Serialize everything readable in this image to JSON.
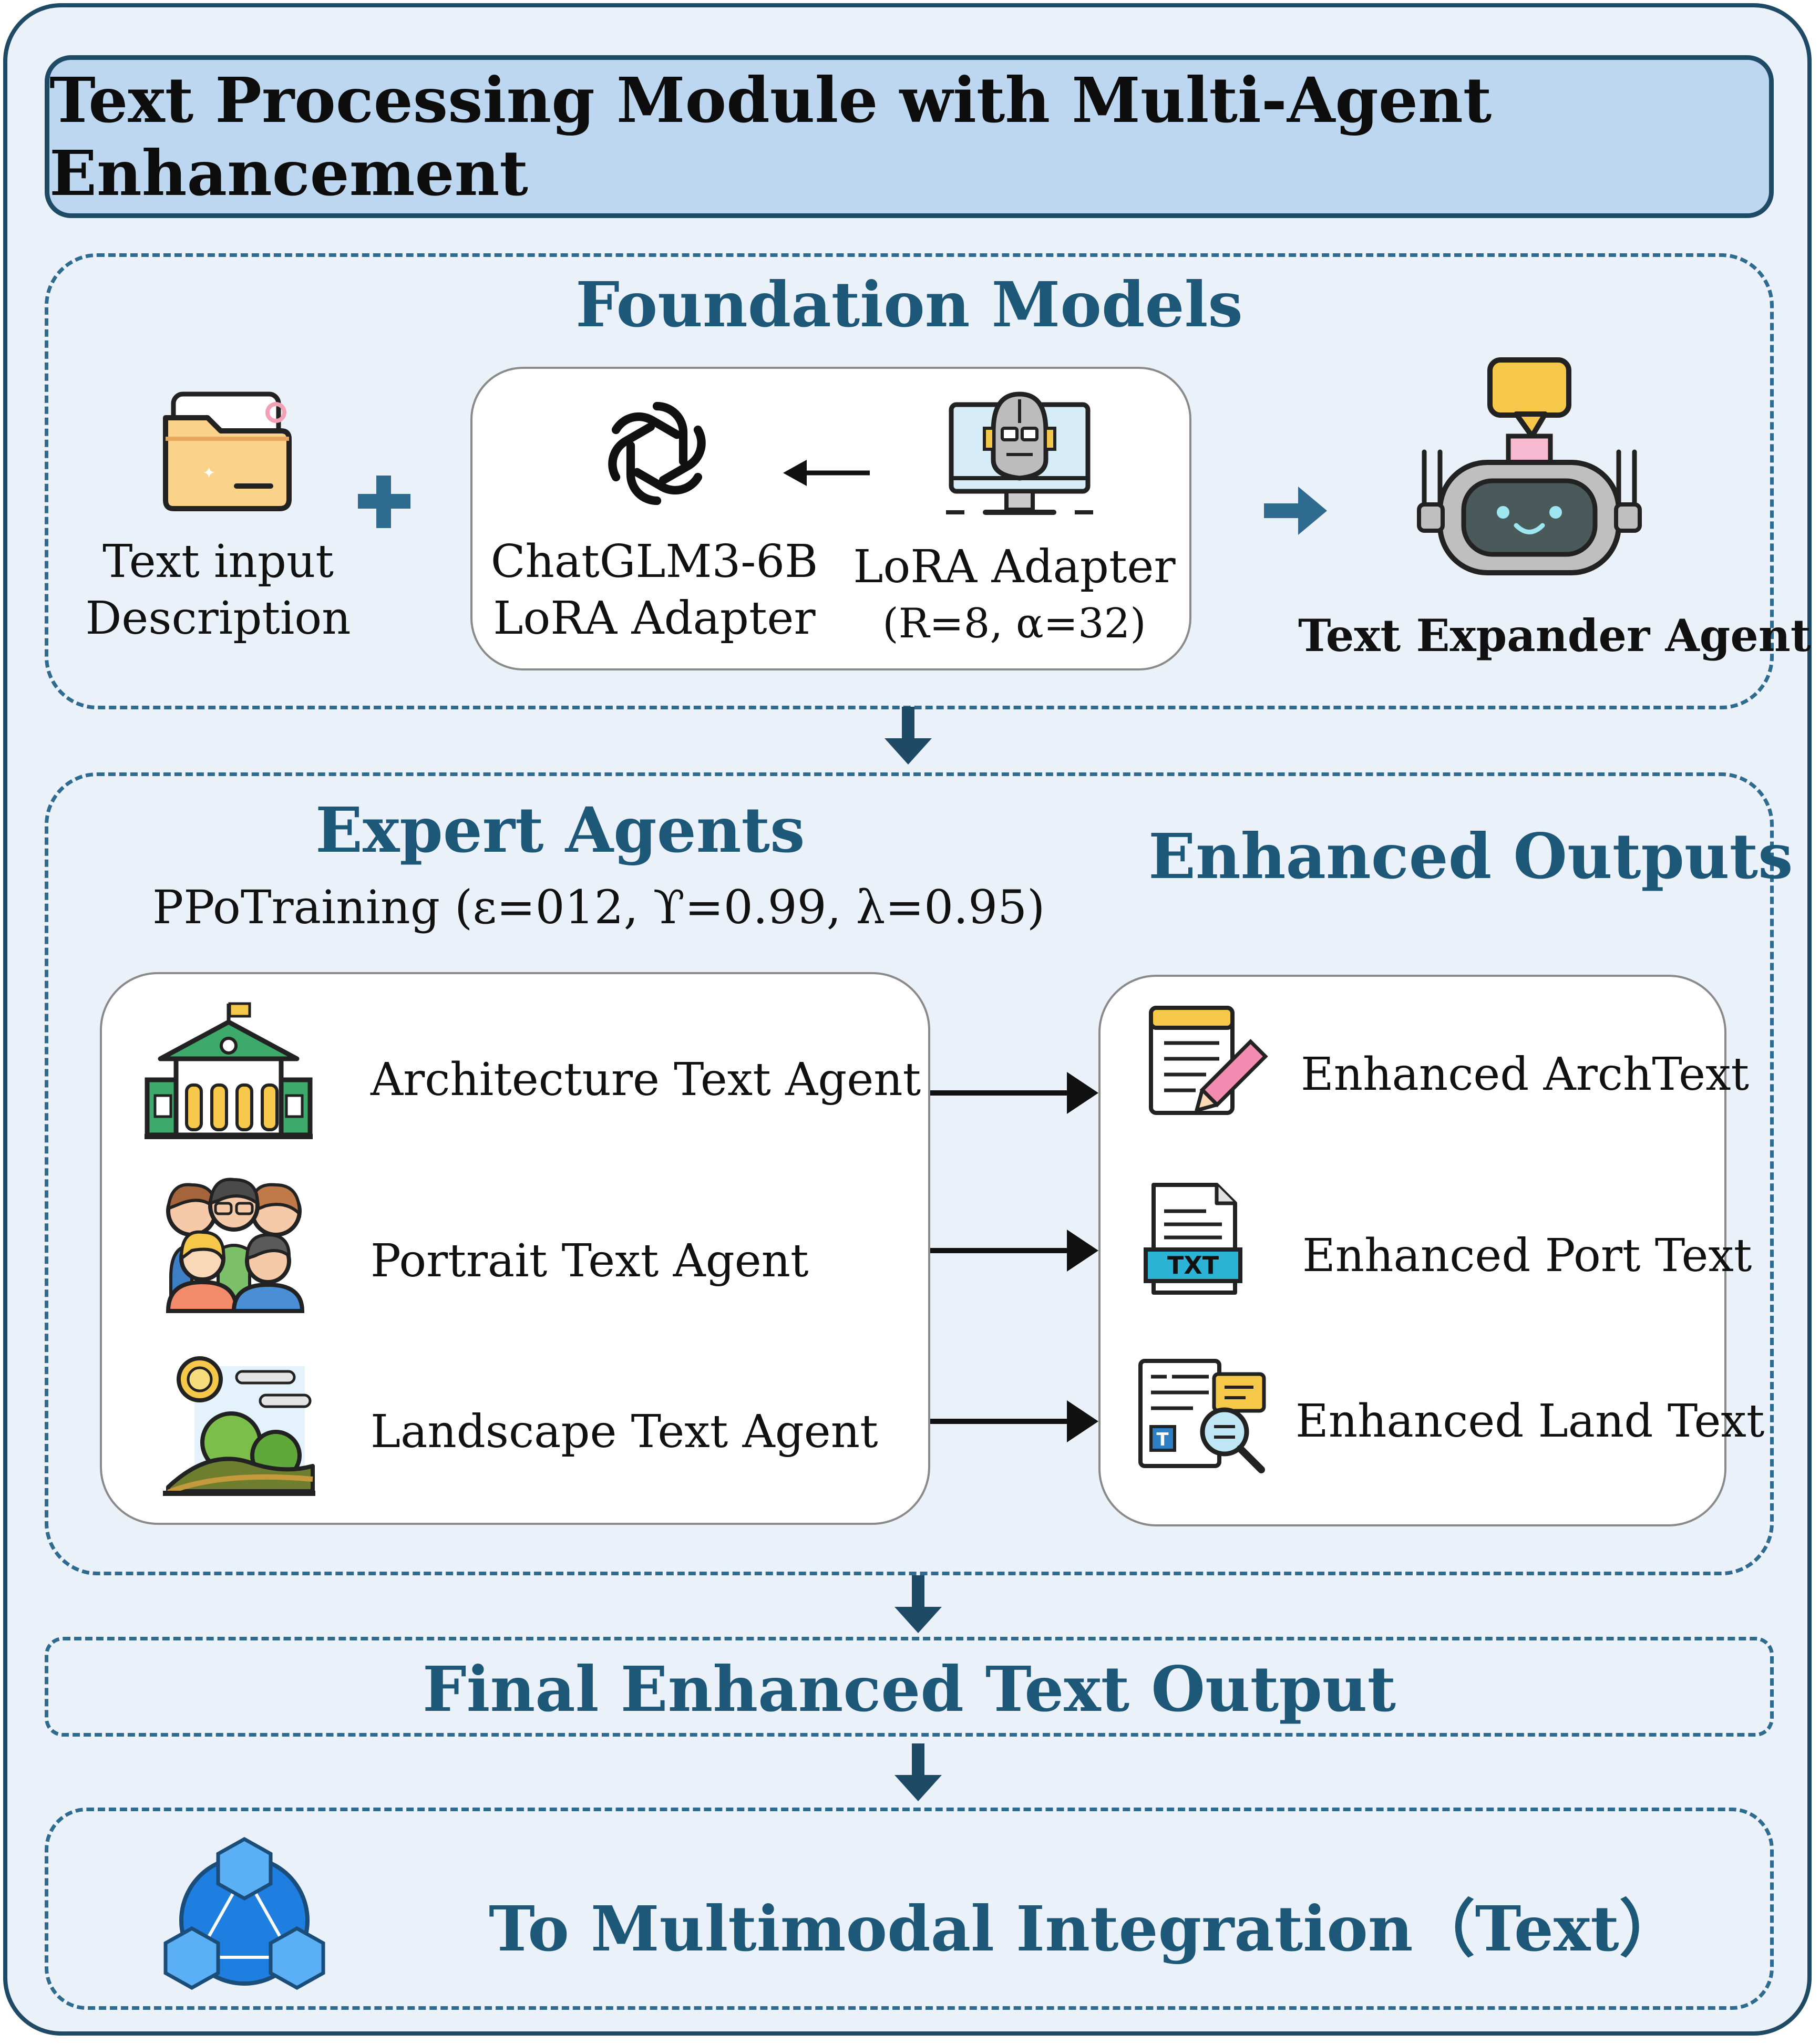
{
  "title": "Text Processing Module with Multi-Agent Enhancement",
  "foundation": {
    "title": "Foundation Models",
    "input_line1": "Text input",
    "input_line2": "Description",
    "chatglm_line1": "ChatGLM3-6B",
    "chatglm_line2": "LoRA Adapter",
    "lora_line1": "LoRA Adapter",
    "lora_line2": "(R=8, α=32)",
    "expander": "Text Expander Agent"
  },
  "expert": {
    "title": "Expert Agents",
    "training": "PPoTraining (ε=012, ϒ=0.99, λ=0.95)",
    "agents": [
      "Architecture Text Agent",
      "Portrait Text Agent",
      "Landscape Text Agent"
    ]
  },
  "outputs": {
    "title": "Enhanced Outputs",
    "items": [
      "Enhanced ArchText",
      "Enhanced Port Text",
      "Enhanced Land Text"
    ],
    "txt_badge": "TXT"
  },
  "final": "Final Enhanced Text Output",
  "integration": "To Multimodal Integration（Text）",
  "colors": {
    "frame": "#1f4a66",
    "accent": "#1d5878",
    "title_fill": "#bcd7ef",
    "panel": "#eaf1f8"
  }
}
